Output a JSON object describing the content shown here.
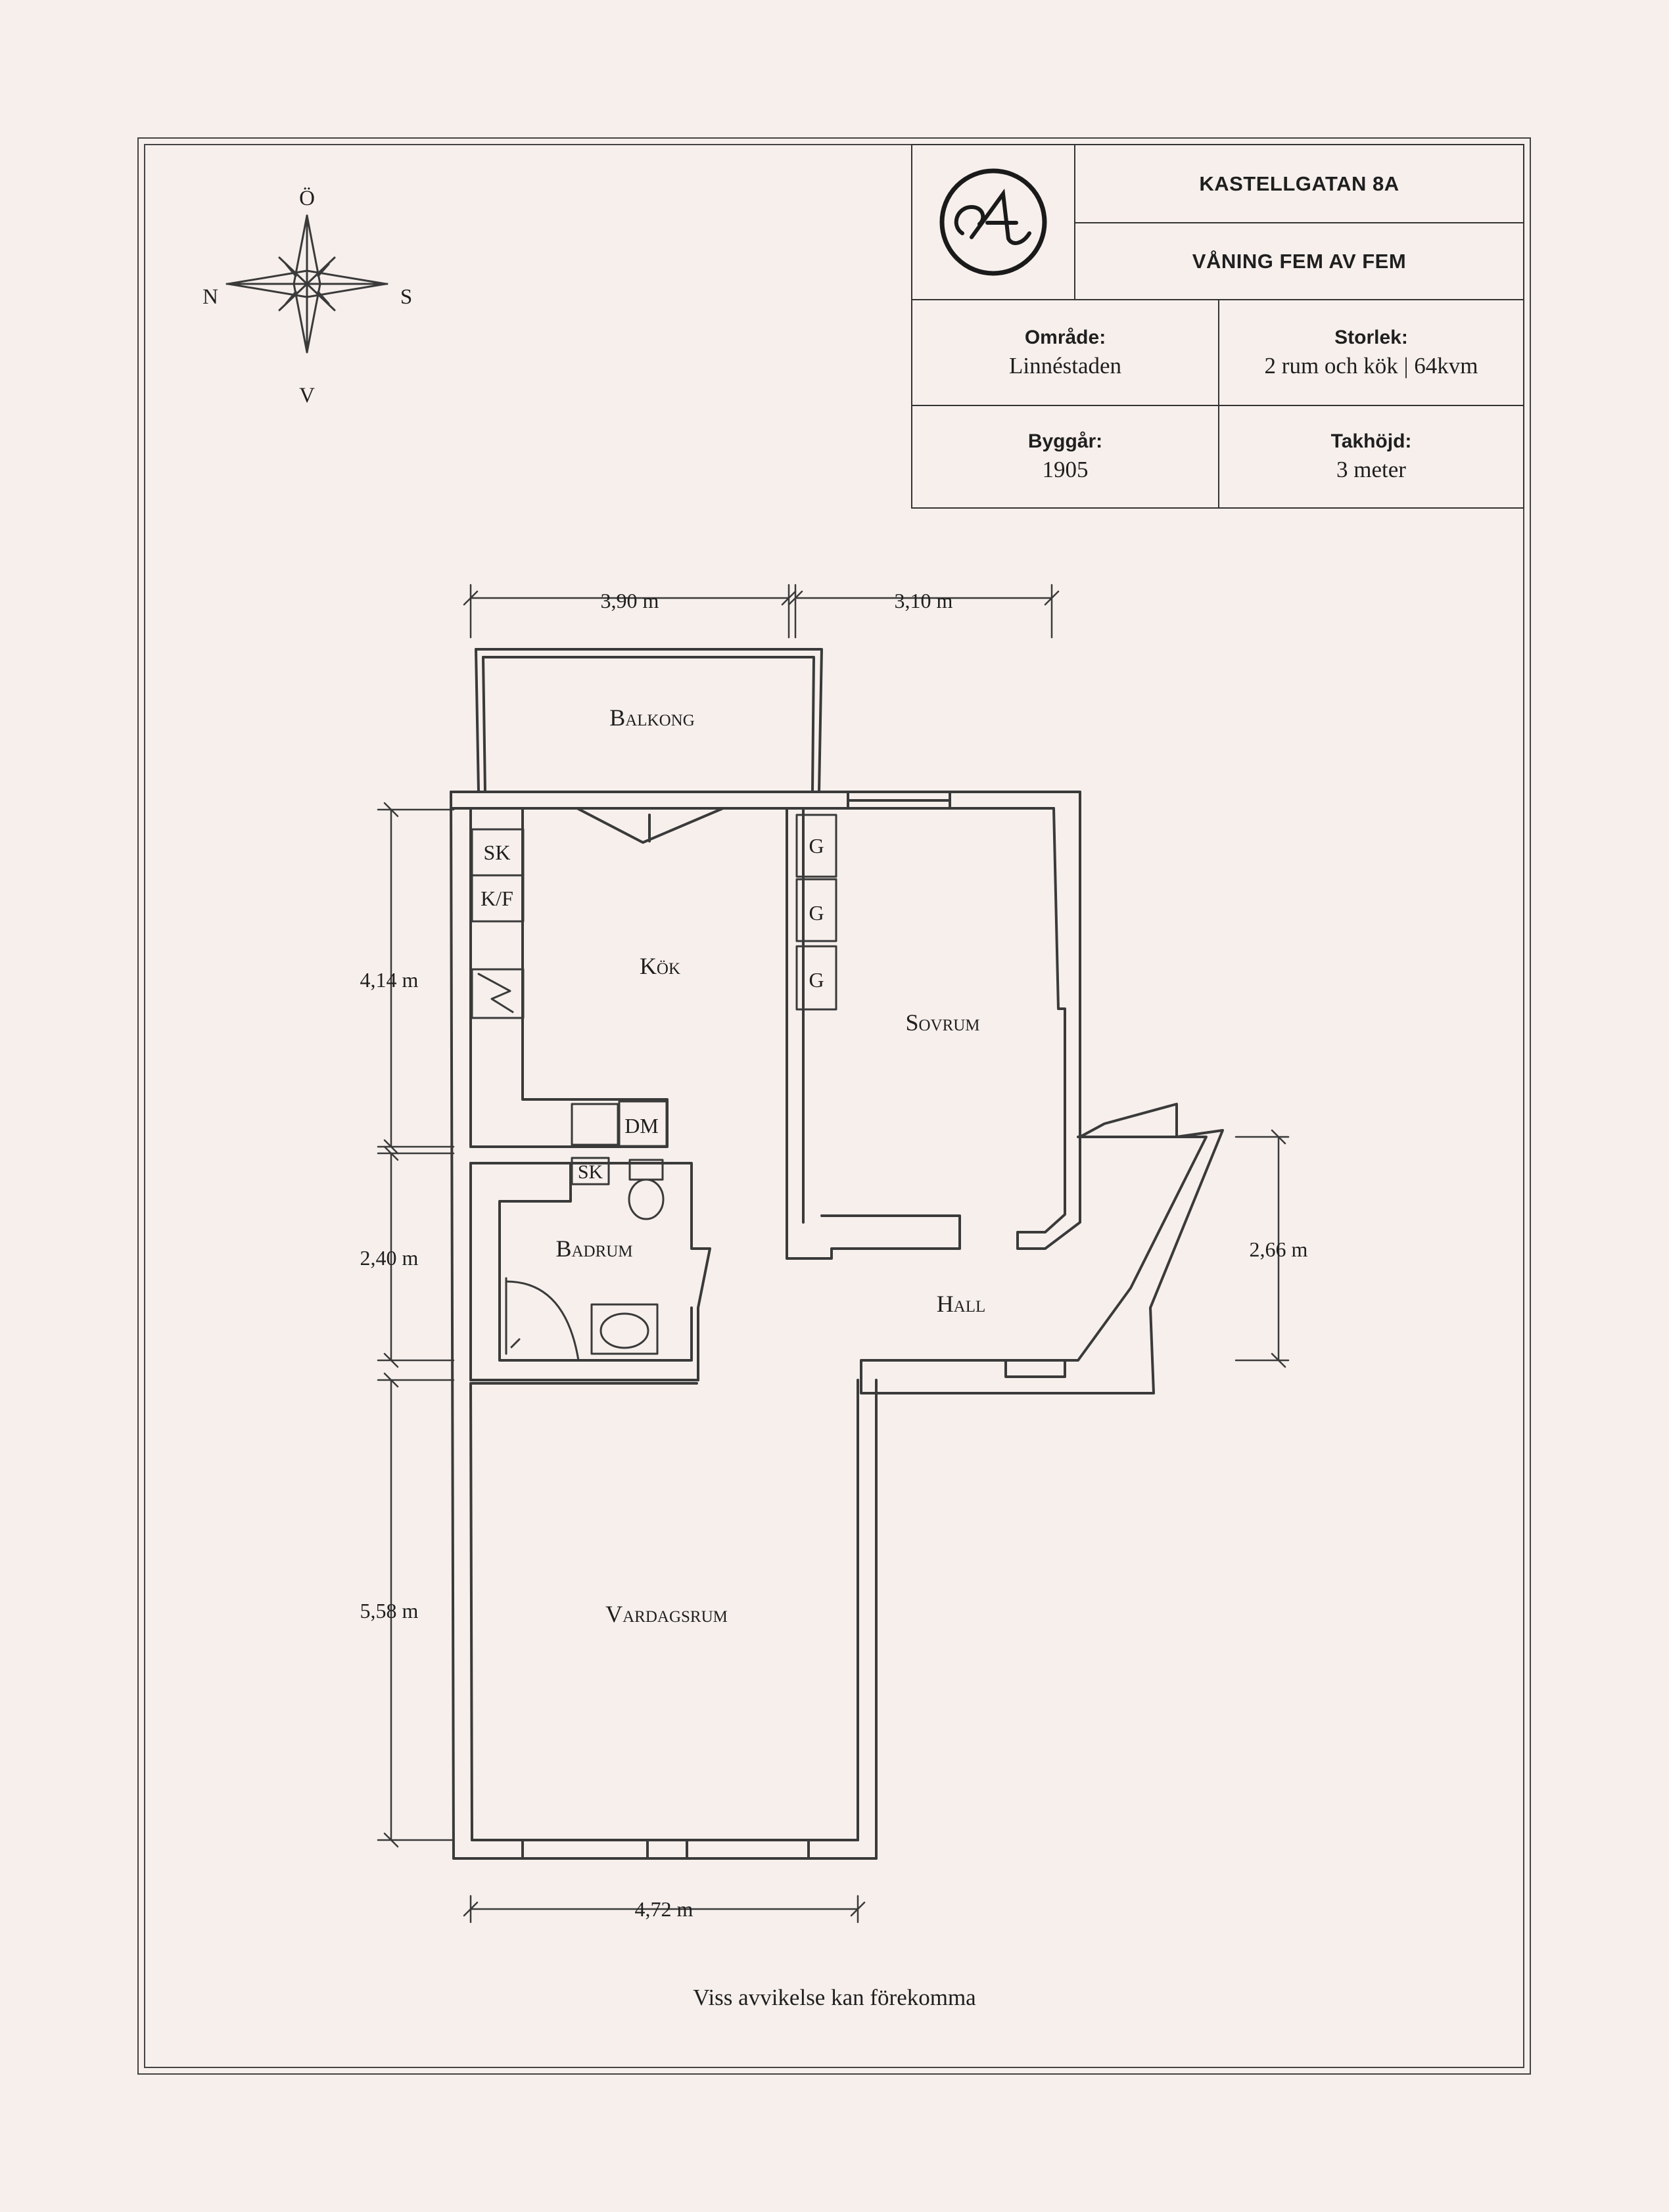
{
  "title_block": {
    "address": "KASTELLGATAN 8A",
    "floor": "VÅNING FEM AV FEM",
    "area_label": "Område:",
    "area_value": "Linnéstaden",
    "size_label": "Storlek:",
    "size_value": "2 rum och kök | 64kvm",
    "year_label": "Byggår:",
    "year_value": "1905",
    "height_label": "Takhöjd:",
    "height_value": "3 meter"
  },
  "compass": {
    "north": "N",
    "south": "S",
    "east": "Ö",
    "west": "V"
  },
  "rooms": {
    "balcony": "Balkong",
    "kitchen": "Kök",
    "bedroom": "Sovrum",
    "bathroom": "Badrum",
    "hall": "Hall",
    "living": "Vardagsrum"
  },
  "fixtures": {
    "sk_kitchen": "SK",
    "kf": "K/F",
    "dm": "DM",
    "sk_bath": "SK",
    "g1": "G",
    "g2": "G",
    "g3": "G"
  },
  "dimensions": {
    "top_left": "3,90 m",
    "top_right": "3,10 m",
    "left_1": "4,14 m",
    "left_2": "2,40 m",
    "left_3": "5,58 m",
    "right_hall": "2,66 m",
    "bottom": "4,72 m"
  },
  "footer": "Viss avvikelse kan förekomma"
}
